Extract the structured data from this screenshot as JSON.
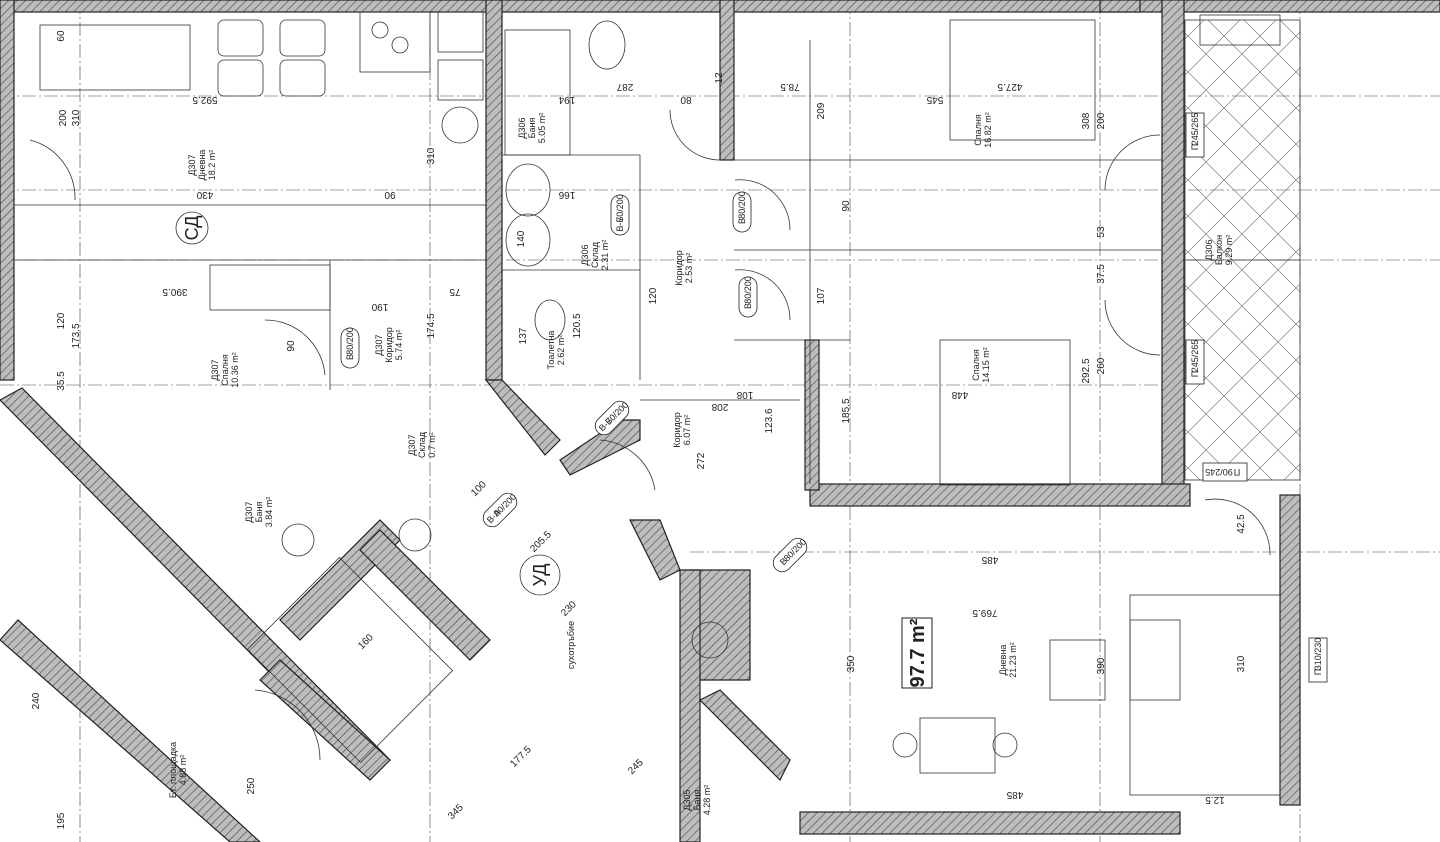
{
  "rooms": [
    {
      "code": "Д307",
      "name": "Дневна",
      "area": "18.2 m²"
    },
    {
      "code": "Д307",
      "name": "Спалня",
      "area": "10.36 m²"
    },
    {
      "code": "Д307",
      "name": "Коридор",
      "area": "5.74 m²"
    },
    {
      "code": "Д307",
      "name": "Баня",
      "area": "3.84 m²"
    },
    {
      "code": "Д307",
      "name": "Склад",
      "area": "0.7 m²"
    },
    {
      "code": "Д306",
      "name": "Баня",
      "area": "5.05 m²"
    },
    {
      "code": "Д306",
      "name": "Склад",
      "area": "2.31 m²"
    },
    {
      "code": "",
      "name": "Коридор",
      "area": "2.53 m²"
    },
    {
      "code": "",
      "name": "Тоалетна",
      "area": "2.62 m²"
    },
    {
      "code": "",
      "name": "Коридор",
      "area": "6.07 m²"
    },
    {
      "code": "",
      "name": "Спалня",
      "area": "16.82 m²"
    },
    {
      "code": "",
      "name": "Спалня",
      "area": "14.15 m²"
    },
    {
      "code": "Д306",
      "name": "Балкон",
      "area": "9.29 m²"
    },
    {
      "code": "",
      "name": "Дневна",
      "area": "21.23 m²"
    },
    {
      "code": "Д305",
      "name": "Баня",
      "area": "4.28 m²"
    },
    {
      "code": "",
      "name": "Ет. площадка",
      "area": "4.88 m²"
    }
  ],
  "marks": {
    "sd": "СД",
    "ud": "УД",
    "total_area": "97.7 m²",
    "corridor": "сухотръбие"
  },
  "dims": [
    "592.5",
    "310",
    "200",
    "430",
    "60",
    "390.5",
    "173.5",
    "120",
    "35.5",
    "90",
    "190",
    "75",
    "174.5",
    "310",
    "90",
    "120",
    "166",
    "140",
    "120.5",
    "137",
    "194",
    "287",
    "80",
    "12",
    "78.5",
    "209",
    "545",
    "427.5",
    "308",
    "200",
    "90",
    "107",
    "448",
    "292.5",
    "260",
    "37.5",
    "53",
    "185.5",
    "123.6",
    "108",
    "208",
    "272",
    "485",
    "769.5",
    "390",
    "350",
    "310",
    "485",
    "42.5",
    "12.5",
    "100",
    "205.5",
    "230",
    "160",
    "177.5",
    "345",
    "245",
    "240",
    "250",
    "195"
  ],
  "openings": [
    {
      "type": "В",
      "size": "80/200"
    },
    {
      "type": "В",
      "size": "80/200"
    },
    {
      "type": "В",
      "size": "80/200"
    },
    {
      "type": "В-Б",
      "size": "70/200"
    },
    {
      "type": "В-Б",
      "size": "70/200"
    },
    {
      "type": "В-А",
      "size": "90/200"
    },
    {
      "type": "В",
      "size": "80/200"
    },
    {
      "type": "П",
      "size": "310/230"
    },
    {
      "type": "П",
      "size": "245/265"
    },
    {
      "type": "П",
      "size": "245/265"
    },
    {
      "type": "П",
      "size": "90/245"
    }
  ]
}
